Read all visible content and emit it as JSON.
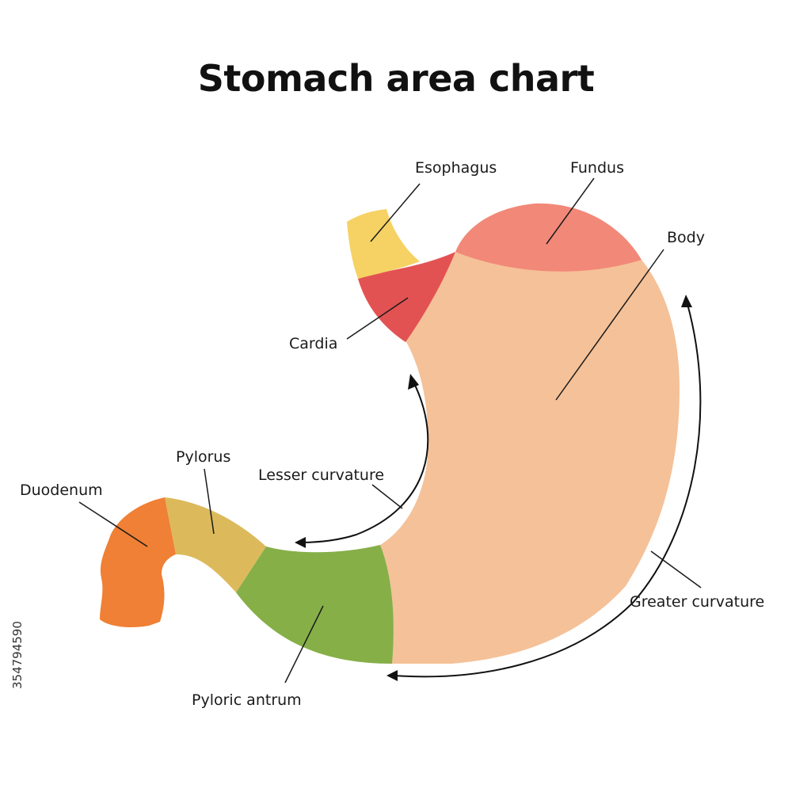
{
  "title": "Stomach area chart",
  "regions": [
    {
      "key": "esophagus",
      "label": "Esophagus",
      "color": "#f6d264"
    },
    {
      "key": "cardia",
      "label": "Cardia",
      "color": "#e35253"
    },
    {
      "key": "fundus",
      "label": "Fundus",
      "color": "#f28878"
    },
    {
      "key": "body",
      "label": "Body",
      "color": "#f5c198"
    },
    {
      "key": "pyloric-antrum",
      "label": "Pyloric antrum",
      "color": "#86af48"
    },
    {
      "key": "pylorus",
      "label": "Pylorus",
      "color": "#dcba5c"
    },
    {
      "key": "duodenum",
      "label": "Duodenum",
      "color": "#ef8035"
    }
  ],
  "curvatures": {
    "lesser": "Lesser curvature",
    "greater": "Greater curvature"
  },
  "stock_id": "354794590"
}
